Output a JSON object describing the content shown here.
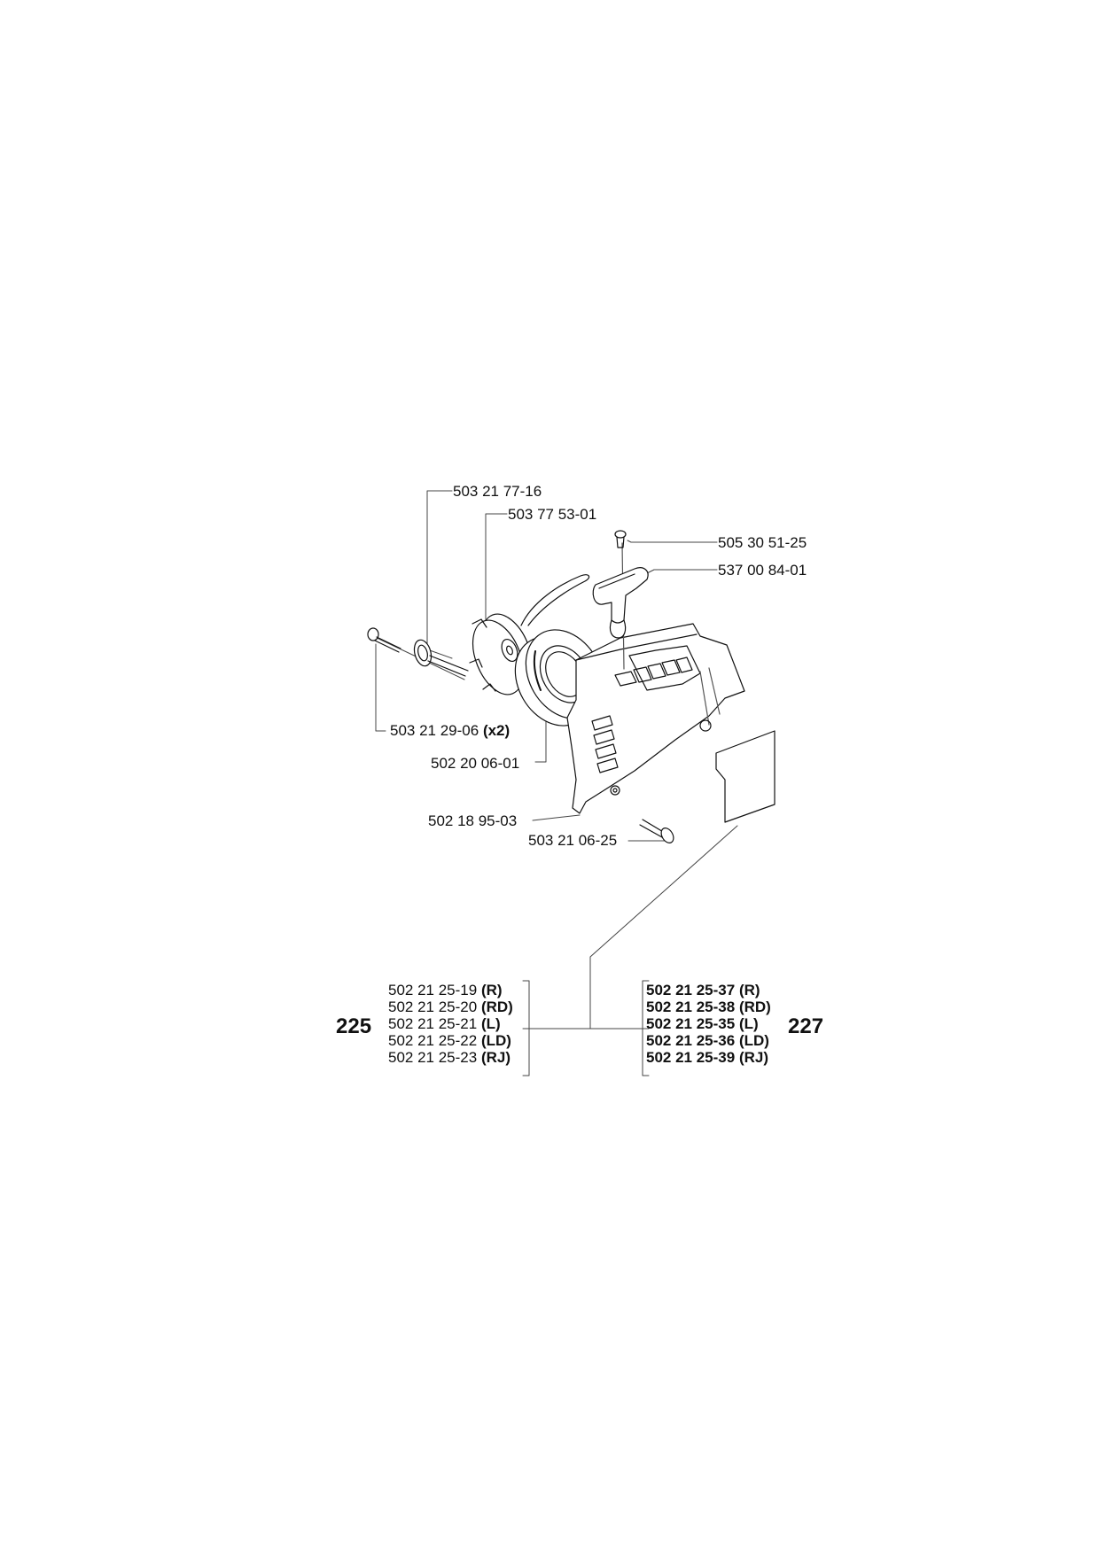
{
  "parts": {
    "p1": "503 21 77-16",
    "p2": "503 77 53-01",
    "p3": "505 30 51-25",
    "p4": "537 00 84-01",
    "p5_num": "503 21 29-06",
    "p5_qty": "(x2)",
    "p6": "502 20 06-01",
    "p7": "502 18 95-03",
    "p8": "503 21 06-25"
  },
  "models": {
    "left": "225",
    "right": "227"
  },
  "variants_left": [
    {
      "num": "502 21 25-19",
      "sfx": "(R)"
    },
    {
      "num": "502 21 25-20",
      "sfx": "(RD)"
    },
    {
      "num": "502 21 25-21",
      "sfx": "(L)"
    },
    {
      "num": "502 21 25-22",
      "sfx": "(LD)"
    },
    {
      "num": "502 21 25-23",
      "sfx": "(RJ)"
    }
  ],
  "variants_right": [
    {
      "num": "502 21 25-37",
      "sfx": "(R)"
    },
    {
      "num": "502 21 25-38",
      "sfx": "(RD)"
    },
    {
      "num": "502 21 25-35",
      "sfx": "(L)"
    },
    {
      "num": "502 21 25-36",
      "sfx": "(LD)"
    },
    {
      "num": "502 21 25-39",
      "sfx": "(RJ)"
    }
  ]
}
